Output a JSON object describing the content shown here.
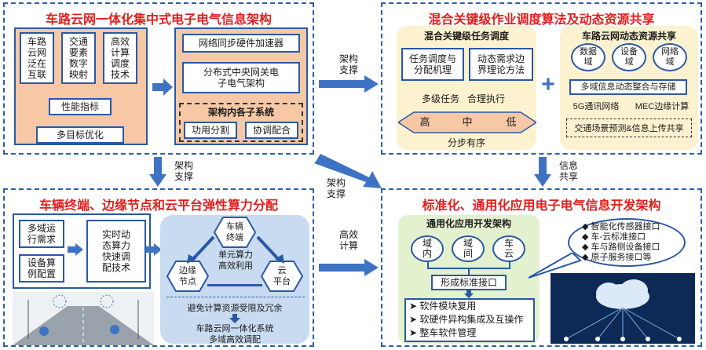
{
  "panel_tl": {
    "title": "车路云网一体化集中式电子电气信息架构",
    "left_cols": [
      "车路\n云网\n泛在\n互联",
      "交通\n要素\n数字\n映射",
      "高效\n计算\n调度\n技术"
    ],
    "perf": "性能指标",
    "opt": "多目标优化",
    "hw": "网络同步硬件加速器",
    "arch": "分布式中央网关电\n子电气架构",
    "sub_title": "架构内各子系统",
    "sub_items": [
      "功用分割",
      "协调配合"
    ]
  },
  "panel_tr": {
    "title": "混合关键级作业调度算法及动态资源共享",
    "left_title": "混合关键级任务调度",
    "box1": "任务调度与\n分配机理",
    "box2": "动态需求边\n界理论方法",
    "multi": "多级任务",
    "exec": "合理执行",
    "levels": [
      "高",
      "中",
      "低"
    ],
    "ordered": "分步有序",
    "plus": "+",
    "right_title": "车路云网动态资源共享",
    "domains": [
      "数据\n域",
      "设备\n域",
      "网络\n域"
    ],
    "integrate": "多域信息动态整合与存储",
    "net5g": "5G通讯网络",
    "mec": "MEC边缘计算",
    "predict": "交通场景预测&信息上传共享"
  },
  "panel_bl": {
    "title": "车辆终端、边缘节点和云平台弹性算力分配",
    "req": "多域运\n行需求",
    "cfg": "设备算\n例配置",
    "tech": "实时动\n态算力\n快速调\n配技术",
    "terminal": "车辆\n终端",
    "edge": "边缘\n节点",
    "cloud": "云\n平台",
    "unit": "单元算力\n高效利用",
    "avoid": "避免计算资源受限及冗余",
    "system": "车路云网一体化系统\n多域高效调配"
  },
  "panel_br": {
    "title": "标准化、通用化应用电子电气信息开发架构",
    "dev_title": "通用化应用开发架构",
    "domains": [
      "域\n内",
      "域\n间",
      "车\n云"
    ],
    "std": "形成标准接口",
    "bullets": [
      "软件模块复用",
      "软硬件异构集成及互操作",
      "整车软件管理"
    ],
    "callout": [
      "智能化传感器接口",
      "车-云标准接口",
      "车与路侧设备接口",
      "原子服务接口等"
    ]
  },
  "connectors": {
    "top": "架构\n支撑",
    "left": "架构\n支撑",
    "diag": "架构\n支撑",
    "bottom": "高效\n计算",
    "right": "信息\n共享"
  },
  "colors": {
    "title_red": "#e02020",
    "border_blue": "#2e5fa8",
    "peach": "#fbe2cc",
    "light_yellow": "#fdf2d0",
    "light_green": "#e3f1cf",
    "light_blue": "#c9dbf0"
  }
}
